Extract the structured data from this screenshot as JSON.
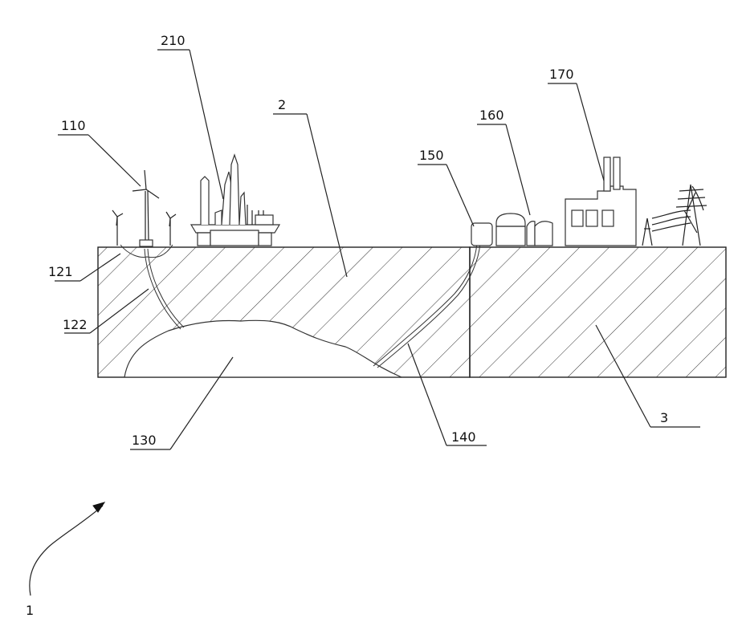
{
  "labels": {
    "l110": "110",
    "l210": "210",
    "l2": "2",
    "l150": "150",
    "l160": "160",
    "l170": "170",
    "l121": "121",
    "l122": "122",
    "l130": "130",
    "l140": "140",
    "l3": "3",
    "l1": "1"
  }
}
